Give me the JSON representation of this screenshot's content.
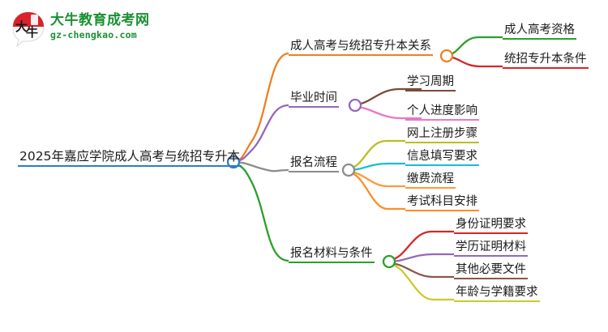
{
  "logo": {
    "mark_name": "daniu-speech-bubble-logo",
    "title": "大牛教育成考网",
    "url": "gz-chengkao.com",
    "brand_green": "#1a9033",
    "brand_red": "#d9232a"
  },
  "mindmap": {
    "root": {
      "label": "2025年嘉应学院成人高考与统招专升本",
      "color": "#2b7fc4"
    },
    "branches": [
      {
        "label": "成人高考与统招专升本关系",
        "color": "#ef8021",
        "children": [
          {
            "label": "成人高考资格",
            "color": "#2aa02a"
          },
          {
            "label": "统招专升本条件",
            "color": "#d62728"
          }
        ]
      },
      {
        "label": "毕业时间",
        "color": "#9467bd",
        "children": [
          {
            "label": "学习周期",
            "color": "#7b4a3a"
          },
          {
            "label": "个人进度影响",
            "color": "#e877c8"
          }
        ]
      },
      {
        "label": "报名流程",
        "color": "#8c8c8c",
        "children": [
          {
            "label": "网上注册步骤",
            "color": "#bcbd22"
          },
          {
            "label": "信息填写要求",
            "color": "#17becf"
          },
          {
            "label": "缴费流程",
            "color": "#ff9a3c"
          },
          {
            "label": "考试科目安排",
            "color": "#ff8c28"
          }
        ]
      },
      {
        "label": "报名材料与条件",
        "color": "#2aa02a",
        "children": [
          {
            "label": "身份证明要求",
            "color": "#d62728"
          },
          {
            "label": "学历证明材料",
            "color": "#9467bd"
          },
          {
            "label": "其他必要文件",
            "color": "#8c564b"
          },
          {
            "label": "年龄与学籍要求",
            "color": "#cdc92a"
          }
        ]
      }
    ]
  }
}
